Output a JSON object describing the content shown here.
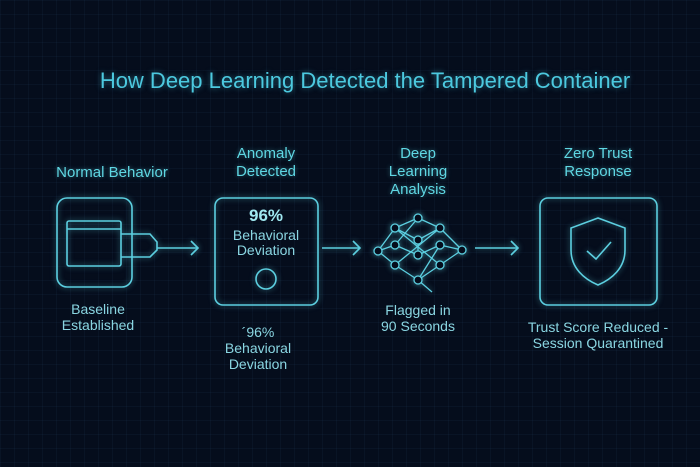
{
  "title": "How Deep Learning Detected the Tampered Container",
  "steps": [
    {
      "heading": [
        "Normal Behavior"
      ],
      "caption": [
        "Baseline",
        "Established"
      ],
      "icon": "container-icon"
    },
    {
      "heading": [
        "Anomaly",
        "Detected"
      ],
      "box_value": "96%",
      "box_label": [
        "Behavioral",
        "Deviation"
      ],
      "caption": [
        "´96%",
        "Behavioral",
        "Deviation"
      ],
      "icon": "circle-icon"
    },
    {
      "heading": [
        "Deep",
        "Learning",
        "Analysis"
      ],
      "caption": [
        "Flagged in",
        "90 Seconds"
      ],
      "icon": "neural-network-brain-icon"
    },
    {
      "heading": [
        "Zero Trust",
        "Response"
      ],
      "caption": [
        "Trust Score Reduced -",
        "Session Quarantined"
      ],
      "icon": "shield-check-icon"
    }
  ],
  "colors": {
    "background": "#050d1c",
    "accent": "#4cc9df",
    "text": "#8ad6e2"
  }
}
